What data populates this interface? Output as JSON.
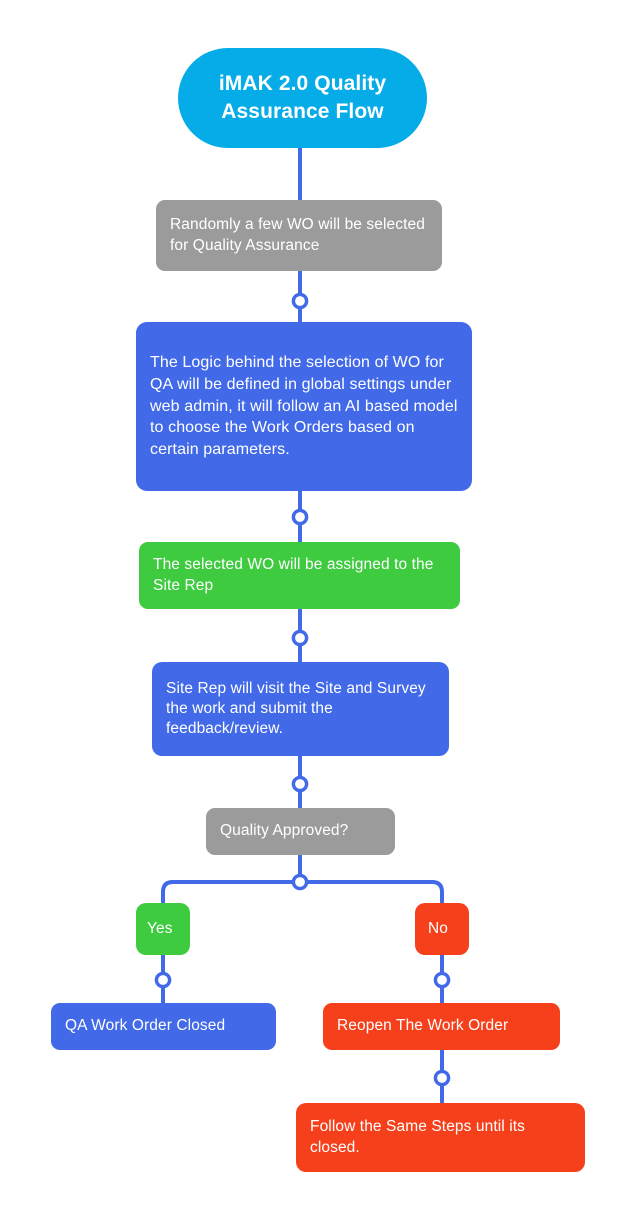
{
  "diagram": {
    "title": "iMAK 2.0 Quality Assurance Flow",
    "background": "#ffffff",
    "connector_color": "#4169e8",
    "connector_node_fill": "#ffffff",
    "palette": {
      "title_cyan": "#06ace8",
      "gray": "#9b9b9b",
      "blue": "#4169e8",
      "green": "#3ecb40",
      "red": "#f6401b",
      "text_on_node": "#ffffff"
    }
  },
  "nodes": {
    "title": {
      "label": "iMAK 2.0 Quality Assurance Flow",
      "color": "#06ace8",
      "shape": "pill"
    },
    "random_selection": {
      "label": "Randomly a few WO will be selected for Quality Assurance",
      "color": "#9b9b9b",
      "shape": "rounded-rect"
    },
    "logic": {
      "label": "The Logic behind the selection of WO for QA will be defined in global settings under web admin, it will follow an AI based model to choose the Work Orders based on certain parameters.",
      "color": "#4169e8",
      "shape": "rounded-rect"
    },
    "assign": {
      "label": "The selected WO will be assigned to the Site Rep",
      "color": "#3ecb40",
      "shape": "rounded-rect"
    },
    "visit": {
      "label": "Site Rep will visit the Site and Survey the work and submit the feedback/review.",
      "color": "#4169e8",
      "shape": "rounded-rect"
    },
    "decision": {
      "label": "Quality Approved?",
      "color": "#9b9b9b",
      "shape": "rounded-rect"
    },
    "yes": {
      "label": "Yes",
      "color": "#3ecb40",
      "shape": "rounded-square"
    },
    "no": {
      "label": "No",
      "color": "#f6401b",
      "shape": "rounded-square"
    },
    "qa_closed": {
      "label": "QA Work Order Closed",
      "color": "#4169e8",
      "shape": "rounded-rect"
    },
    "reopen": {
      "label": "Reopen The Work Order",
      "color": "#f6401b",
      "shape": "rounded-rect"
    },
    "follow": {
      "label": "Follow the Same Steps until its closed.",
      "color": "#f6401b",
      "shape": "rounded-rect"
    }
  },
  "flow": {
    "edges": [
      {
        "from": "title",
        "to": "random_selection",
        "joint": false
      },
      {
        "from": "random_selection",
        "to": "logic",
        "joint": true
      },
      {
        "from": "logic",
        "to": "assign",
        "joint": true
      },
      {
        "from": "assign",
        "to": "visit",
        "joint": true
      },
      {
        "from": "visit",
        "to": "decision",
        "joint": true
      },
      {
        "from": "decision",
        "to": "yes",
        "joint": true,
        "branch": "Yes"
      },
      {
        "from": "decision",
        "to": "no",
        "joint": true,
        "branch": "No"
      },
      {
        "from": "yes",
        "to": "qa_closed",
        "joint": true
      },
      {
        "from": "no",
        "to": "reopen",
        "joint": true
      },
      {
        "from": "reopen",
        "to": "follow",
        "joint": true
      }
    ]
  }
}
